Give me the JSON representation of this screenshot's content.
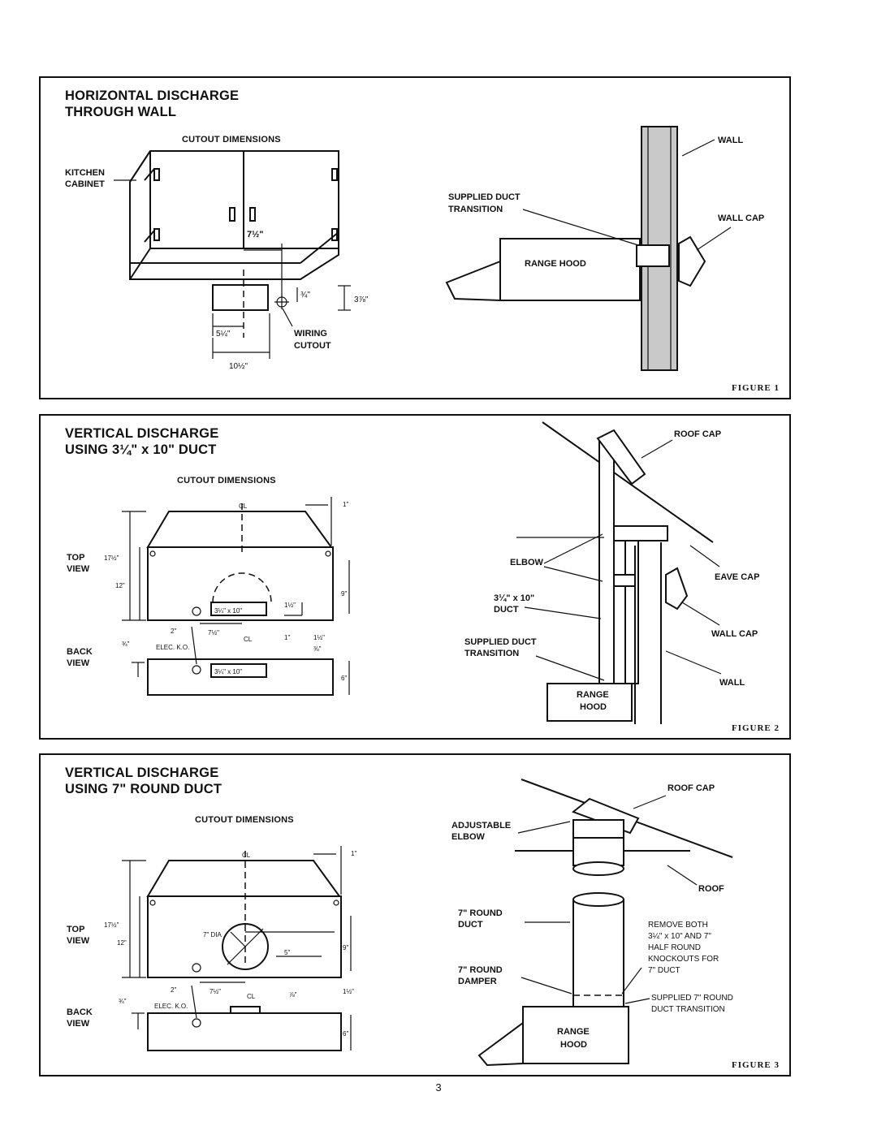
{
  "figures": [
    {
      "title_line1": "HORIZONTAL DISCHARGE",
      "title_line2": "THROUGH WALL",
      "cutout_label": "CUTOUT DIMENSIONS",
      "labels": {
        "kitchen": "KITCHEN",
        "cabinet": "CABINET",
        "dim_7_5": "7½\"",
        "dim_0_75": "¾\"",
        "dim_3_875": "3⅞\"",
        "dim_5_25": "5¼\"",
        "dim_10_5": "10½\"",
        "wiring": "WIRING",
        "cutout": "CUTOUT",
        "supplied_duct": "SUPPLIED DUCT",
        "transition": "TRANSITION",
        "range_hood": "RANGE HOOD",
        "wall": "WALL",
        "wall_cap": "WALL CAP"
      },
      "figure_label": "FIGURE 1"
    },
    {
      "title_line1": "VERTICAL DISCHARGE",
      "title_line2": "USING 3¼\" x 10\" DUCT",
      "cutout_label": "CUTOUT DIMENSIONS",
      "labels": {
        "cl_top": "CL",
        "dim_1": "1\"",
        "top": "TOP",
        "view": "VIEW",
        "dim_17_5": "17½\"",
        "dim_12": "12\"",
        "dim_9": "9\"",
        "duct_box": "3¼\" x 10\"",
        "dim_1_5a": "1½\"",
        "dim_2": "2\"",
        "dim_7_5": "7½\"",
        "cl_bottom": "CL",
        "dim_1b": "1\"",
        "dim_1_5b": "1½\"",
        "back": "BACK",
        "back_view": "VIEW",
        "dim_0_75": "¾\"",
        "elec_ko": "ELEC. K.O.",
        "dim_0_375": "⅜\"",
        "duct_box_back": "3¼\" x 10\"",
        "dim_6": "6\"",
        "roof_cap": "ROOF CAP",
        "elbow": "ELBOW",
        "eave_cap": "EAVE CAP",
        "duct_size": "3¼\" x 10\"",
        "duct": "DUCT",
        "supplied_duct": "SUPPLIED DUCT",
        "transition": "TRANSITION",
        "wall_cap": "WALL CAP",
        "wall": "WALL",
        "range": "RANGE",
        "hood": "HOOD"
      },
      "figure_label": "FIGURE 2"
    },
    {
      "title_line1": "VERTICAL DISCHARGE",
      "title_line2": "USING 7\" ROUND DUCT",
      "cutout_label": "CUTOUT DIMENSIONS",
      "labels": {
        "cl_top": "CL",
        "dim_1": "1\"",
        "top": "TOP",
        "view": "VIEW",
        "dim_17_5": "17½\"",
        "dim_12": "12\"",
        "dia": "7\" DIA",
        "dim_9": "9\"",
        "dim_5": "5\"",
        "dim_2": "2\"",
        "dim_7_5": "7½\"",
        "cl_bottom": "CL",
        "dim_0_875": "⅞\"",
        "dim_1_5": "1½\"",
        "back": "BACK",
        "back_view": "VIEW",
        "dim_0_75": "¾\"",
        "elec_ko": "ELEC. K.O.",
        "dim_6": "6\"",
        "roof_cap": "ROOF CAP",
        "adjustable": "ADJUSTABLE",
        "elbow": "ELBOW",
        "roof": "ROOF",
        "round_duct_1": "7\" ROUND",
        "round_duct_2": "DUCT",
        "damper_1": "7\" ROUND",
        "damper_2": "DAMPER",
        "remove_1": "REMOVE BOTH",
        "remove_2": "3¼\" x 10\" AND 7\"",
        "remove_3": "HALF ROUND",
        "remove_4": "KNOCKOUTS FOR",
        "remove_5": "7\" DUCT",
        "supplied_1": "SUPPLIED 7\" ROUND",
        "supplied_2": "DUCT TRANSITION",
        "range": "RANGE",
        "hood": "HOOD"
      },
      "figure_label": "FIGURE 3"
    }
  ],
  "page_number": "3"
}
